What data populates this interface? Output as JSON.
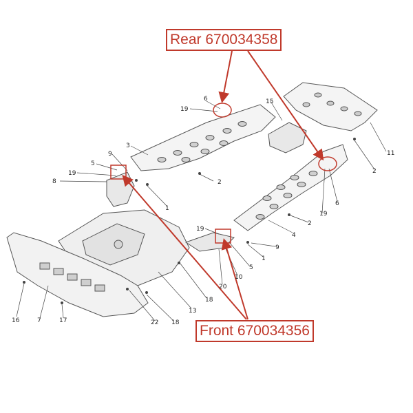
{
  "callouts": {
    "rear": "Rear 670034358",
    "front": "Front 670034356"
  },
  "colors": {
    "accent": "#c0392b",
    "part_fill": "#f4f4f4",
    "part_stroke": "#555555"
  },
  "part_numbers": {
    "p1a": "1",
    "p1b": "1",
    "p2a": "2",
    "p2b": "2",
    "p2c": "2",
    "p3": "3",
    "p4": "4",
    "p5a": "5",
    "p5b": "5",
    "p6a": "6",
    "p6b": "6",
    "p7": "7",
    "p8": "8",
    "p9a": "9",
    "p9b": "9",
    "p10": "10",
    "p11": "11",
    "p13": "13",
    "p15": "15",
    "p16": "16",
    "p17": "17",
    "p18a": "18",
    "p18b": "18",
    "p19a": "19",
    "p19b": "19",
    "p19c": "19",
    "p19d": "19",
    "p20": "20",
    "p22": "22"
  }
}
